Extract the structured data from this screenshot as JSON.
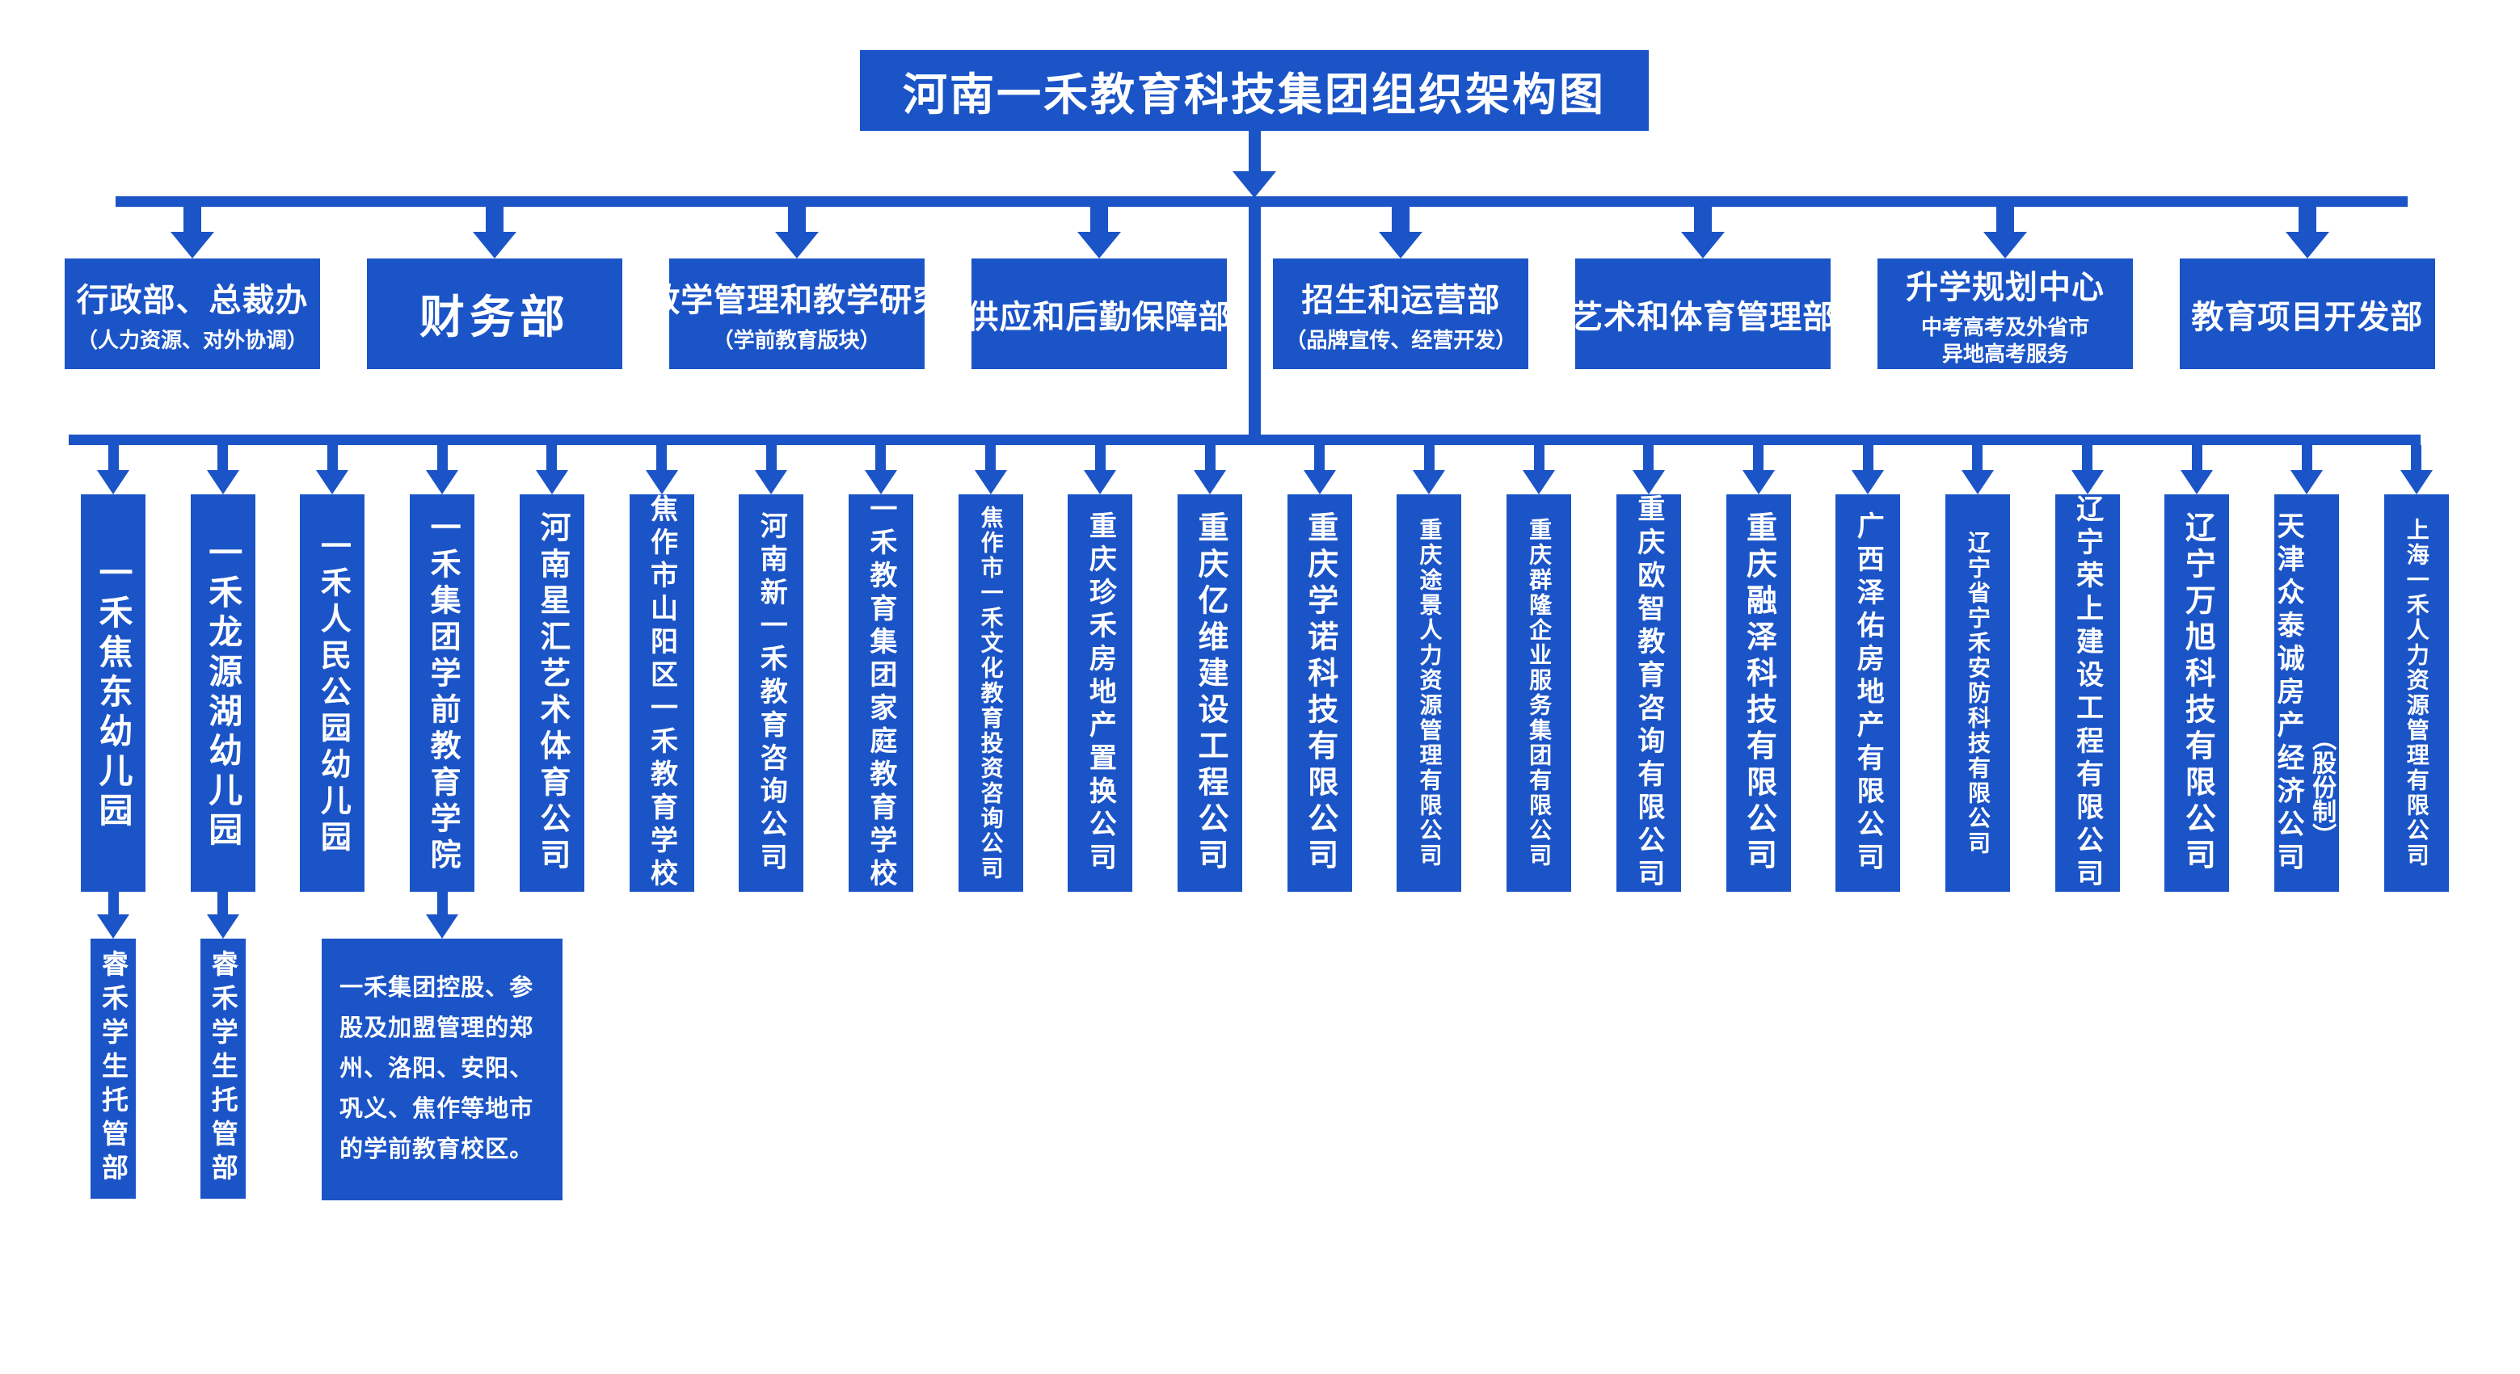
{
  "title": "河南一禾教育科技集团组织架构图",
  "colors": {
    "primary": "#1B54C7",
    "text": "#FFFFFF",
    "background": "#FFFFFF"
  },
  "departments": [
    {
      "name": "行政部、总裁办",
      "sub": "（人力资源、对外协调）"
    },
    {
      "name": "财务部"
    },
    {
      "name": "教学管理和教学研究",
      "sub": "（学前教育版块）"
    },
    {
      "name": "供应和后勤保障部"
    },
    {
      "name": "招生和运营部",
      "sub": "（品牌宣传、经营开发）"
    },
    {
      "name": "艺术和体育管理部"
    },
    {
      "name": "升学规划中心",
      "sub": "中考高考及外省市\n异地高考服务"
    },
    {
      "name": "教育项目开发部"
    }
  ],
  "subsidiaries": [
    {
      "name": "一禾焦东幼儿园",
      "child": {
        "box_label": "睿禾学生托管部"
      }
    },
    {
      "name": "一禾龙源湖幼儿园",
      "child": {
        "box_label": "睿禾学生托管部"
      }
    },
    {
      "name": "一禾人民公园幼儿园"
    },
    {
      "name": "一禾集团学前教育学院",
      "child": {
        "note": "一禾集团控股、参股及加盟管理的郑州、洛阳、安阳、巩义、焦作等地市的学前教育校区。"
      }
    },
    {
      "name": "河南星汇艺术体育公司"
    },
    {
      "name": "焦作市山阳区一禾教育学校"
    },
    {
      "name": "河南新一禾教育咨询公司"
    },
    {
      "name": "一禾教育集团家庭教育学校"
    },
    {
      "name": "焦作市一禾文化教育投资咨询公司"
    },
    {
      "name": "重庆珍禾房地产置换公司"
    },
    {
      "name": "重庆亿维建设工程公司"
    },
    {
      "name": "重庆学诺科技有限公司"
    },
    {
      "name": "重庆途景人力资源管理有限公司"
    },
    {
      "name": "重庆群隆企业服务集团有限公司"
    },
    {
      "name": "重庆欧智教育咨询有限公司"
    },
    {
      "name": "重庆融泽科技有限公司"
    },
    {
      "name": "广西泽佑房地产有限公司"
    },
    {
      "name": "辽宁省宁禾安防科技有限公司"
    },
    {
      "name": "辽宁荣上建设工程有限公司"
    },
    {
      "name": "辽宁万旭科技有限公司"
    },
    {
      "name": "天津众泰诚房产经济公司",
      "sub": "（股份制）"
    },
    {
      "name": "上海一禾人力资源管理有限公司"
    }
  ]
}
